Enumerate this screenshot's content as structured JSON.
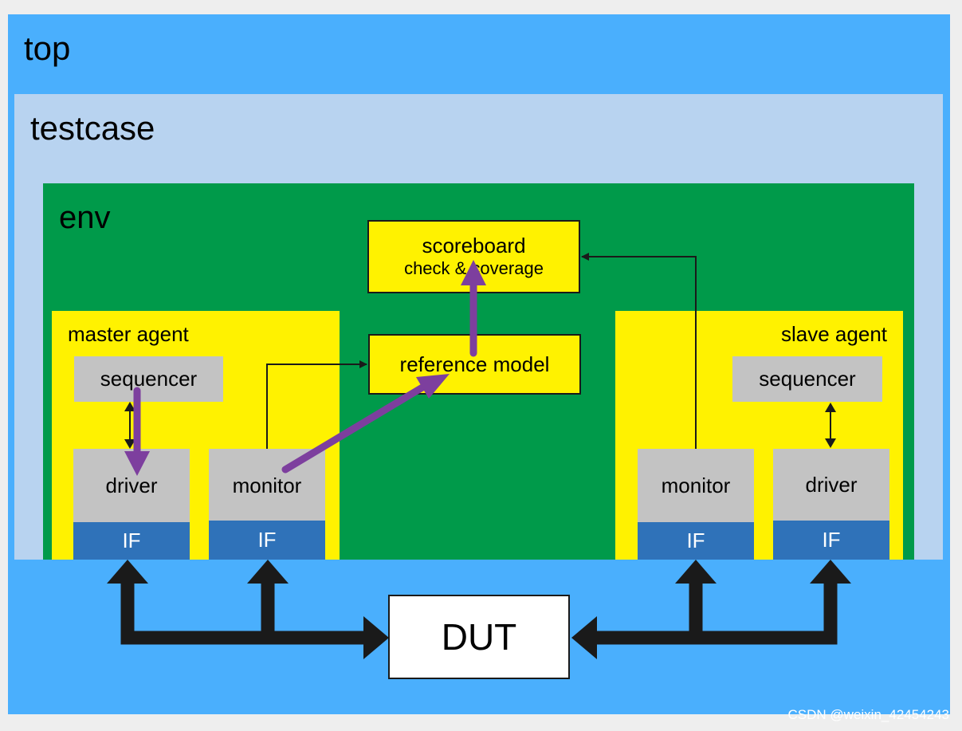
{
  "colors": {
    "top": "#4aaffd",
    "testcase": "#b8d3f0",
    "env": "#009a4a",
    "agent": "#fff200",
    "component": "#c3c3c3",
    "interface": "#2f72b9",
    "dataflow": "#7d3f9e"
  },
  "labels": {
    "top": "top",
    "testcase": "testcase",
    "env": "env",
    "master_agent": "master agent",
    "slave_agent": "slave agent"
  },
  "scoreboard": {
    "title": "scoreboard",
    "subtitle": "check & coverage"
  },
  "reference_model": "reference model",
  "master": {
    "sequencer": "sequencer",
    "driver": "driver",
    "monitor": "monitor",
    "driver_if": "IF",
    "monitor_if": "IF"
  },
  "slave": {
    "sequencer": "sequencer",
    "driver": "driver",
    "monitor": "monitor",
    "driver_if": "IF",
    "monitor_if": "IF"
  },
  "dut": "DUT",
  "watermark": "CSDN @weixin_42454243"
}
